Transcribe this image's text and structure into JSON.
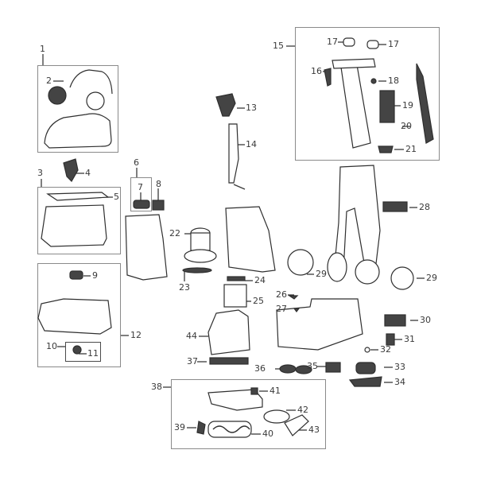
{
  "diagram": {
    "type": "exploded-parts-diagram",
    "subject": "carpet cleaner",
    "colors": {
      "line": "#2f2f2f",
      "box_border": "#8a8a8a",
      "background": "#ffffff"
    },
    "groups": [
      {
        "id": "1",
        "contains": [
          "2"
        ]
      },
      {
        "id": "3",
        "contains": [
          "5"
        ]
      },
      {
        "id": "6",
        "contains": [
          "7"
        ]
      },
      {
        "id": "10",
        "contains": [
          "11"
        ]
      },
      {
        "id": "12",
        "contains": [
          "9",
          "10",
          "11"
        ]
      },
      {
        "id": "15",
        "contains": [
          "16",
          "17",
          "18",
          "19",
          "20",
          "21"
        ]
      },
      {
        "id": "38",
        "contains": [
          "39",
          "40",
          "41",
          "42",
          "43"
        ]
      }
    ],
    "labels": {
      "p1": "1",
      "p2": "2",
      "p3": "3",
      "p4": "4",
      "p5": "5",
      "p6": "6",
      "p7": "7",
      "p8": "8",
      "p9": "9",
      "p10": "10",
      "p11": "11",
      "p12": "12",
      "p13": "13",
      "p14": "14",
      "p15": "15",
      "p16": "16",
      "p17a": "17",
      "p17b": "17",
      "p18": "18",
      "p19": "19",
      "p20": "20",
      "p21": "21",
      "p22": "22",
      "p23": "23",
      "p24": "24",
      "p25": "25",
      "p26": "26",
      "p27": "27",
      "p28": "28",
      "p29a": "29",
      "p29b": "29",
      "p30": "30",
      "p31": "31",
      "p32": "32",
      "p33": "33",
      "p34": "34",
      "p35": "35",
      "p36": "36",
      "p37": "37",
      "p38": "38",
      "p39": "39",
      "p40": "40",
      "p41": "41",
      "p42": "42",
      "p43": "43",
      "p44": "44"
    }
  }
}
